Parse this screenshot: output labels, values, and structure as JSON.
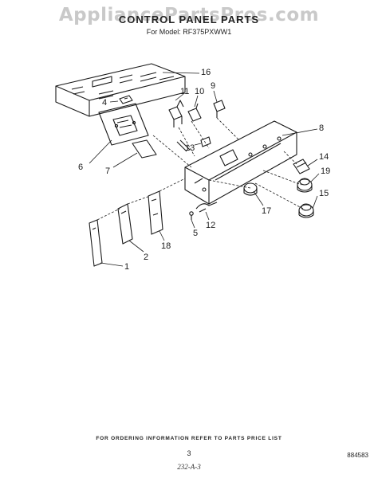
{
  "watermark": "AppliancePartsPros.com",
  "title": "CONTROL PANEL PARTS",
  "subtitle": "For Model: RF375PXWW1",
  "callouts": [
    "1",
    "2",
    "4",
    "5",
    "6",
    "7",
    "8",
    "9",
    "10",
    "11",
    "12",
    "13",
    "14",
    "15",
    "16",
    "17",
    "18",
    "19"
  ],
  "footer": {
    "ordering_note": "FOR ORDERING INFORMATION REFER TO PARTS PRICE LIST",
    "page_number": "3",
    "part_number": "884583",
    "handwritten_code": "232-A-3"
  }
}
